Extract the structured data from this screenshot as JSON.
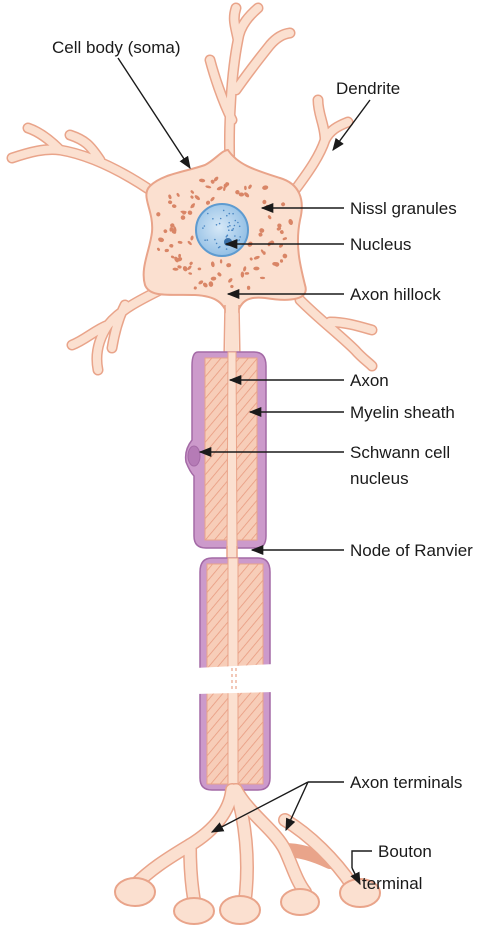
{
  "labels": {
    "cell_body": "Cell body (soma)",
    "dendrite": "Dendrite",
    "nissl": "Nissl granules",
    "nucleus": "Nucleus",
    "axon_hillock": "Axon hillock",
    "axon": "Axon",
    "myelin_sheath": "Myelin sheath",
    "schwann_line1": "Schwann cell",
    "schwann_line2": "nucleus",
    "node_ranvier": "Node of Ranvier",
    "axon_terminals": "Axon terminals",
    "bouton_line1": "Bouton",
    "bouton_line2": "terminal"
  },
  "colors": {
    "cytoplasm": "#fbe0d0",
    "cell_outline": "#e9a48a",
    "granule": "#d98566",
    "nucleus_fill": "#a6cbe9",
    "nucleus_outline": "#5e9bd0",
    "myelin_outer": "#cc9acb",
    "myelin_outline": "#a46aa6",
    "myelin_inner": "#f7cdb8",
    "hatch": "#e89b80",
    "text": "#1a1a1a"
  },
  "icons": {
    "pointer": "arrowhead"
  }
}
